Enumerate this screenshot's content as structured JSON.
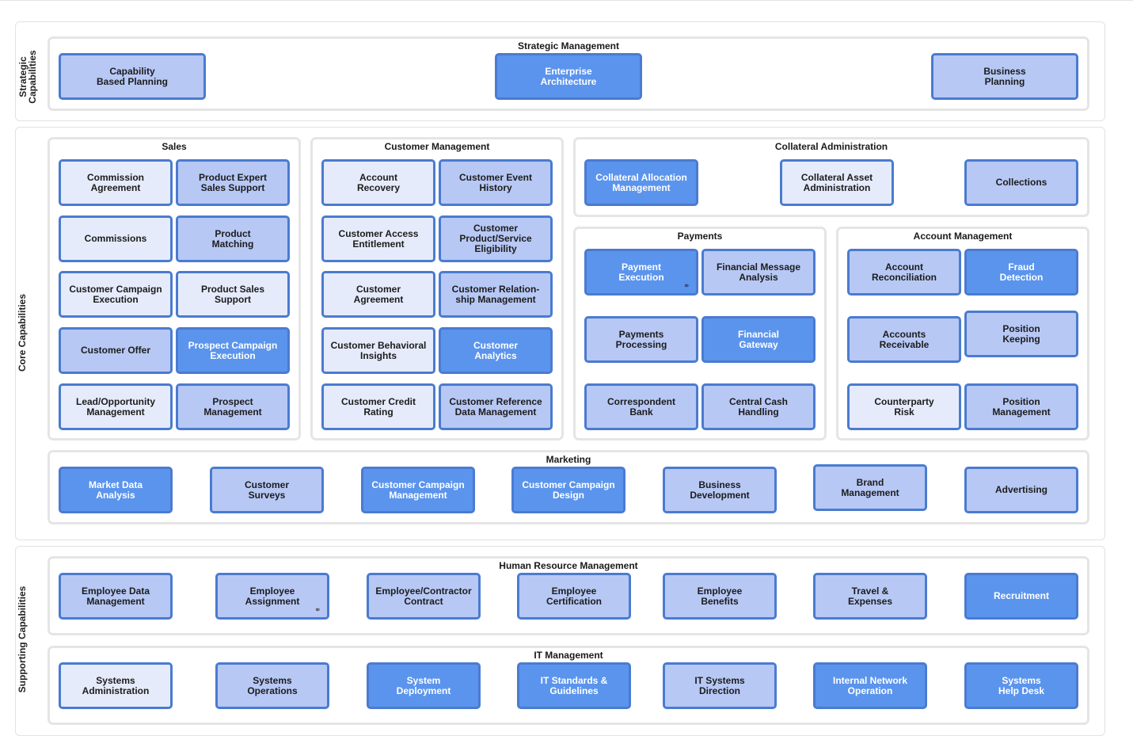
{
  "bands": {
    "strategic": "Strategic\nCapabilities",
    "core": "Core Capabilities",
    "supporting": "Supporting Capabilities"
  },
  "groups": {
    "strategic_mgmt": {
      "title": "Strategic Management",
      "items": [
        {
          "label": "Capability\nBased Planning",
          "level": 1
        },
        {
          "label": "Enterprise\nArchitecture",
          "level": 2
        },
        {
          "label": "Business\nPlanning",
          "level": 1
        }
      ]
    },
    "sales": {
      "title": "Sales",
      "items": [
        {
          "label": "Commission\nAgreement",
          "level": 0
        },
        {
          "label": "Product Expert\nSales Support",
          "level": 1
        },
        {
          "label": "Commissions",
          "level": 0
        },
        {
          "label": "Product\nMatching",
          "level": 1
        },
        {
          "label": "Customer Campaign\nExecution",
          "level": 0
        },
        {
          "label": "Product Sales\nSupport",
          "level": 0
        },
        {
          "label": "Customer Offer",
          "level": 1
        },
        {
          "label": "Prospect Campaign\nExecution",
          "level": 2
        },
        {
          "label": "Lead/Opportunity\nManagement",
          "level": 0
        },
        {
          "label": "Prospect\nManagement",
          "level": 1
        }
      ]
    },
    "customer_mgmt": {
      "title": "Customer Management",
      "items": [
        {
          "label": "Account\nRecovery",
          "level": 0
        },
        {
          "label": "Customer Event\nHistory",
          "level": 1
        },
        {
          "label": "Customer Access\nEntitlement",
          "level": 0
        },
        {
          "label": "Customer\nProduct/Service\nEligibility",
          "level": 1
        },
        {
          "label": "Customer\nAgreement",
          "level": 0
        },
        {
          "label": "Customer Relation-\nship Management",
          "level": 1
        },
        {
          "label": "Customer Behavioral\nInsights",
          "level": 0
        },
        {
          "label": "Customer\nAnalytics",
          "level": 2
        },
        {
          "label": "Customer Credit\nRating",
          "level": 0
        },
        {
          "label": "Customer Reference\nData Management",
          "level": 1
        }
      ]
    },
    "collateral_admin": {
      "title": "Collateral Administration",
      "items": [
        {
          "label": "Collateral Allocation\nManagement",
          "level": 2
        },
        {
          "label": "Collateral Asset\nAdministration",
          "level": 0
        },
        {
          "label": "Collections",
          "level": 1
        }
      ]
    },
    "payments": {
      "title": "Payments",
      "items": [
        {
          "label": "Payment\nExecution",
          "level": 2,
          "link": true
        },
        {
          "label": "Financial Message\nAnalysis",
          "level": 1
        },
        {
          "label": "Payments\nProcessing",
          "level": 1
        },
        {
          "label": "Financial\nGateway",
          "level": 2
        },
        {
          "label": "Correspondent\nBank",
          "level": 1
        },
        {
          "label": "Central Cash\nHandling",
          "level": 1
        }
      ]
    },
    "account_mgmt": {
      "title": "Account Management",
      "items": [
        {
          "label": "Account\nReconciliation",
          "level": 1
        },
        {
          "label": "Fraud\nDetection",
          "level": 2
        },
        {
          "label": "Accounts\nReceivable",
          "level": 1
        },
        {
          "label": "Position\nKeeping",
          "level": 1
        },
        {
          "label": "Counterparty\nRisk",
          "level": 0
        },
        {
          "label": "Position\nManagement",
          "level": 1
        }
      ]
    },
    "marketing": {
      "title": "Marketing",
      "items": [
        {
          "label": "Market Data\nAnalysis",
          "level": 2
        },
        {
          "label": "Customer\nSurveys",
          "level": 1
        },
        {
          "label": "Customer Campaign\nManagement",
          "level": 2
        },
        {
          "label": "Customer Campaign\nDesign",
          "level": 2
        },
        {
          "label": "Business\nDevelopment",
          "level": 1
        },
        {
          "label": "Brand\nManagement",
          "level": 1
        },
        {
          "label": "Advertising",
          "level": 1
        }
      ]
    },
    "hr_mgmt": {
      "title": "Human Resource Management",
      "items": [
        {
          "label": "Employee Data\nManagement",
          "level": 1
        },
        {
          "label": "Employee\nAssignment",
          "level": 1,
          "link": true
        },
        {
          "label": "Employee/Contractor\nContract",
          "level": 1
        },
        {
          "label": "Employee\nCertification",
          "level": 1
        },
        {
          "label": "Employee\nBenefits",
          "level": 1
        },
        {
          "label": "Travel &\nExpenses",
          "level": 1
        },
        {
          "label": "Recruitment",
          "level": 2
        }
      ]
    },
    "it_mgmt": {
      "title": "IT Management",
      "items": [
        {
          "label": "Systems\nAdministration",
          "level": 0
        },
        {
          "label": "Systems\nOperations",
          "level": 1
        },
        {
          "label": "System\nDeployment",
          "level": 2
        },
        {
          "label": "IT Standards &\nGuidelines",
          "level": 2
        },
        {
          "label": "IT Systems\nDirection",
          "level": 1
        },
        {
          "label": "Internal Network\nOperation",
          "level": 2
        },
        {
          "label": "Systems\nHelp Desk",
          "level": 2
        }
      ]
    }
  }
}
